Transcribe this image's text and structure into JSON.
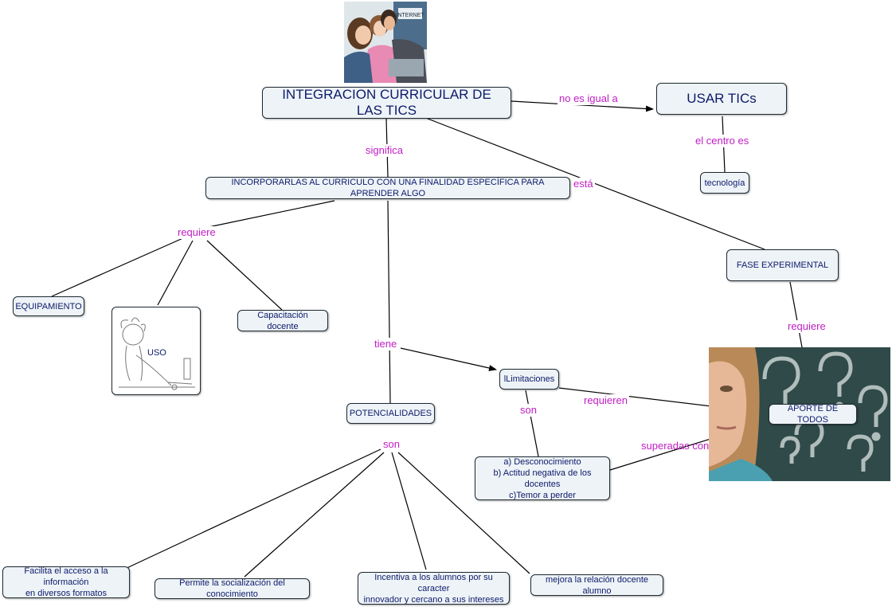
{
  "nodes": {
    "main": "INTEGRACION CURRICULAR DE LAS TICS",
    "usar": "USAR TICs",
    "tecnologia": "tecnología",
    "incorporarlas": "INCORPORARLAS AL CURRICULO CON UNA FINALIDAD ESPECÍFICA PARA APRENDER ALGO",
    "fase": "FASE EXPERIMENTAL",
    "equipamiento": "EQUIPAMIENTO",
    "uso": "USO",
    "capacitacion": "Capacitación docente",
    "limitaciones": "lLimitaciones",
    "potencialidades": "POTENCIALIDADES",
    "aporte": "APORTE DE TODOS",
    "desconocimiento": [
      "a) Desconocimiento",
      "b) Actitud negativa de los docentes",
      "c)Temor a perder"
    ],
    "facilita": [
      "Facilita el acceso a la información",
      "en diversos formatos"
    ],
    "permite": "Permite la socialización del conocimiento",
    "incentiva": [
      "Incentiva  a los alumnos por su caracter",
      "innovador y cercano a sus intereses"
    ],
    "mejora": "mejora la relación docente alumno"
  },
  "links": {
    "no_es_igual_a": "no es igual a",
    "el_centro_es": "el centro es",
    "significa": "significa",
    "esta": "está",
    "requiere_1": "requiere",
    "tiene": "tiene",
    "son_1": "son",
    "requieren": "requieren",
    "superadas_con": "superadas con",
    "requiere_2": "requiere",
    "son_2": "son"
  },
  "colors": {
    "link_label": "#c01dc4",
    "node_text": "#0c1a6b",
    "node_bg": "#eef3f7"
  },
  "images": {
    "family_photo": "family-at-computer-photo",
    "internet_sign": "INTERNET",
    "sketch": "child-with-computer-sketch",
    "woman_photo": "woman-question-marks-photo"
  }
}
